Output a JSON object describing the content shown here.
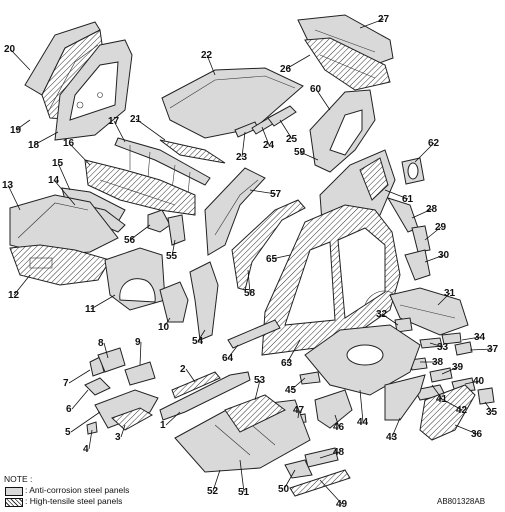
{
  "callouts": [
    "1",
    "2",
    "3",
    "4",
    "5",
    "6",
    "7",
    "8",
    "9",
    "10",
    "11",
    "12",
    "13",
    "14",
    "15",
    "16",
    "17",
    "18",
    "19",
    "20",
    "21",
    "22",
    "23",
    "24",
    "25",
    "26",
    "27",
    "28",
    "29",
    "30",
    "31",
    "32",
    "33",
    "34",
    "35",
    "36",
    "37",
    "38",
    "39",
    "40",
    "41",
    "42",
    "43",
    "44",
    "45",
    "46",
    "47",
    "48",
    "49",
    "50",
    "51",
    "52",
    "53",
    "54",
    "55",
    "56",
    "57",
    "58",
    "59",
    "60",
    "61",
    "62",
    "63",
    "64",
    "65"
  ],
  "legend": {
    "title": "NOTE :",
    "anti_corrosion": ": Anti-corrosion steel panels",
    "high_tensile": ": High-tensile steel panels"
  },
  "figure_id": "AB801328AB"
}
